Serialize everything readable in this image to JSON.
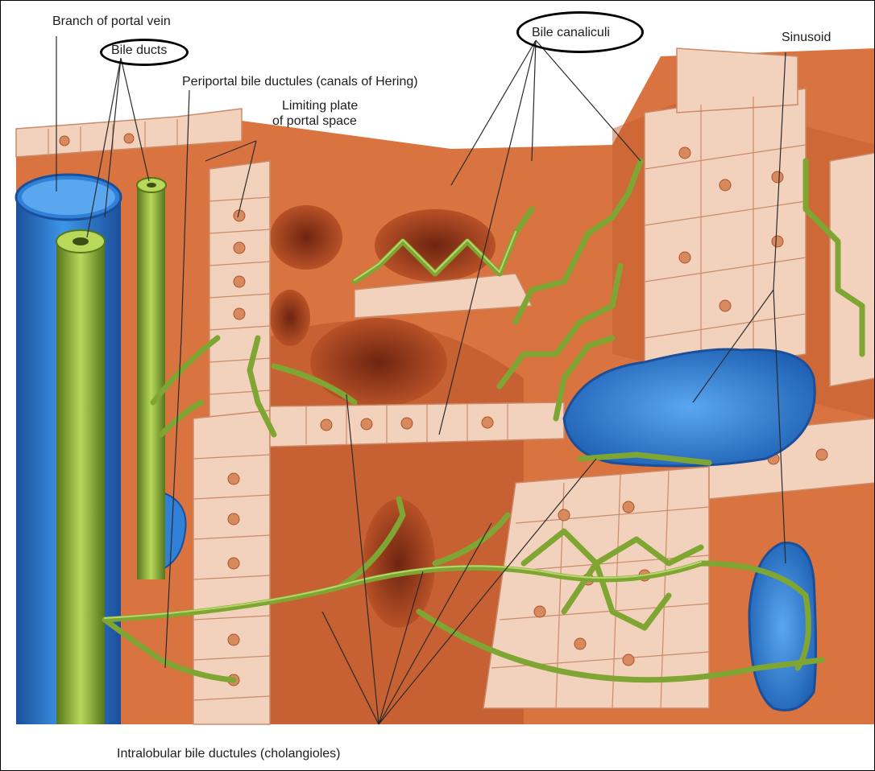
{
  "labels": {
    "branch_portal_vein": "Branch of portal vein",
    "bile_ducts": "Bile ducts",
    "periportal_ductules": "Periportal bile ductules (canals of Hering)",
    "limiting_plate_line1": "Limiting plate",
    "limiting_plate_line2": "of portal space",
    "bile_canaliculi": "Bile canaliculi",
    "sinusoid": "Sinusoid",
    "intralobular_ductules": "Intralobular bile ductules (cholangioles)"
  },
  "colors": {
    "parenchyma": "#d9733f",
    "parenchyma_dark": "#a9431f",
    "plate_cell": "#f3d2bd",
    "plate_cell_edge": "#c98b6a",
    "portal_vein": "#2f80d6",
    "portal_vein_dark": "#1b4f9a",
    "bile_duct": "#8fb83a",
    "bile_duct_dark": "#56761c",
    "nucleus": "#d88a5e",
    "leader": "#2a2a2a"
  }
}
